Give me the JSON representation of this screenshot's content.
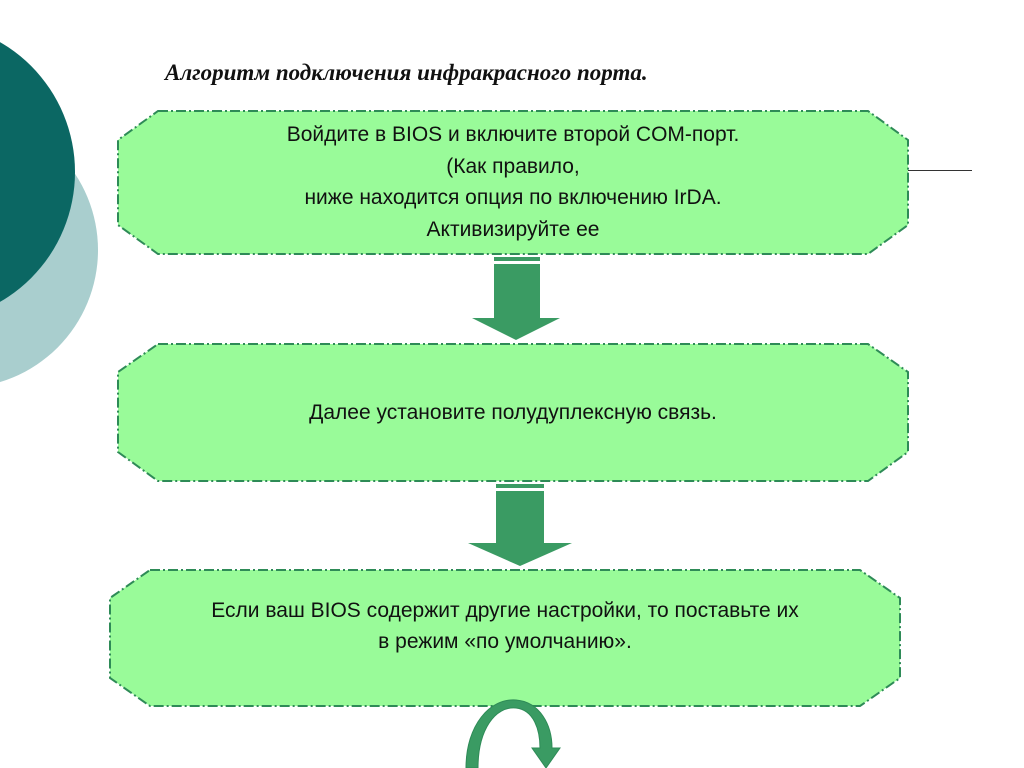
{
  "title": "Алгоритм подключения инфракрасного порта.",
  "colors": {
    "box_fill": "#99fb99",
    "box_border": "#2e8b57",
    "arrow": "#3a9b63",
    "deco_dark": "#0b6763",
    "deco_light": "#a9cece"
  },
  "steps": [
    {
      "lines": [
        "Войдите в BIOS и включите второй COM-порт.",
        "(Как правило,",
        "ниже находится опция по включению IrDA.",
        "Активизируйте ее"
      ]
    },
    {
      "lines": [
        "Далее установите полудуплексную связь."
      ]
    },
    {
      "lines": [
        "Если ваш BIOS содержит другие настройки, то поставьте их",
        "в режим «по умолчанию»."
      ]
    }
  ],
  "icons": [
    "arrow-down-icon",
    "arrow-down-icon",
    "curved-arrow-icon"
  ]
}
